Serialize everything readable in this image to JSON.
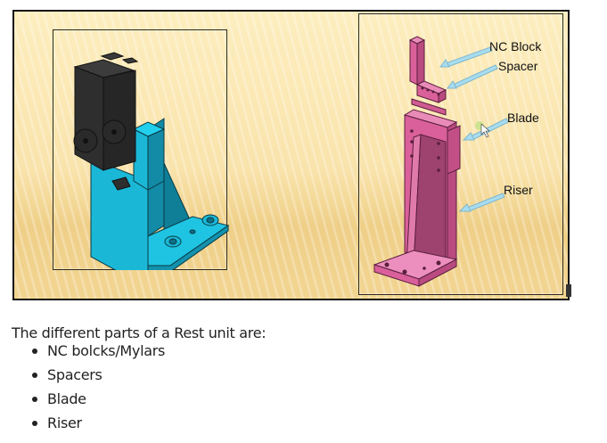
{
  "figure": {
    "left_panel": {
      "render": "rest-unit-assembly-cyan-base-black-block",
      "colors": {
        "base": "#1ab8d6",
        "block": "#2e2e2e"
      }
    },
    "right_panel": {
      "render": "rest-unit-exploded-pink",
      "color": "#d9609a",
      "labels": [
        {
          "text": "NC Block"
        },
        {
          "text": "Spacer"
        },
        {
          "text": "Blade"
        },
        {
          "text": "Riser"
        }
      ],
      "arrow_color": "#a8dcef"
    },
    "background_color": "#f9e3ab"
  },
  "content": {
    "intro": "The different parts of a Rest unit are:",
    "parts": [
      "NC bolcks/Mylars",
      "Spacers",
      "Blade",
      "Riser"
    ]
  }
}
